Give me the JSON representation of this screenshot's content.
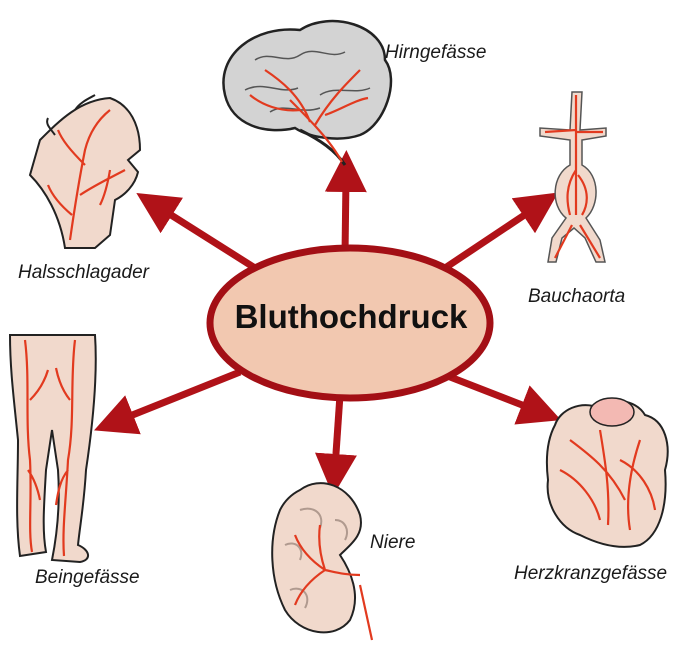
{
  "center": {
    "label": "Bluthochdruck"
  },
  "organs": [
    {
      "id": "brain",
      "label": "Hirngefässe"
    },
    {
      "id": "neck",
      "label": "Halsschlagader"
    },
    {
      "id": "aorta",
      "label": "Bauchaorta"
    },
    {
      "id": "legs",
      "label": "Beingefässe"
    },
    {
      "id": "kidney",
      "label": "Niere"
    },
    {
      "id": "heart",
      "label": "Herzkranzgefässe"
    }
  ],
  "colors": {
    "arrow": "#b01218",
    "ellipse_fill": "#f2c8b0",
    "ellipse_stroke": "#a30f15",
    "vessel": "#e23a1f",
    "skin": "#f1d9cc",
    "brain": "#d3d3d3"
  }
}
